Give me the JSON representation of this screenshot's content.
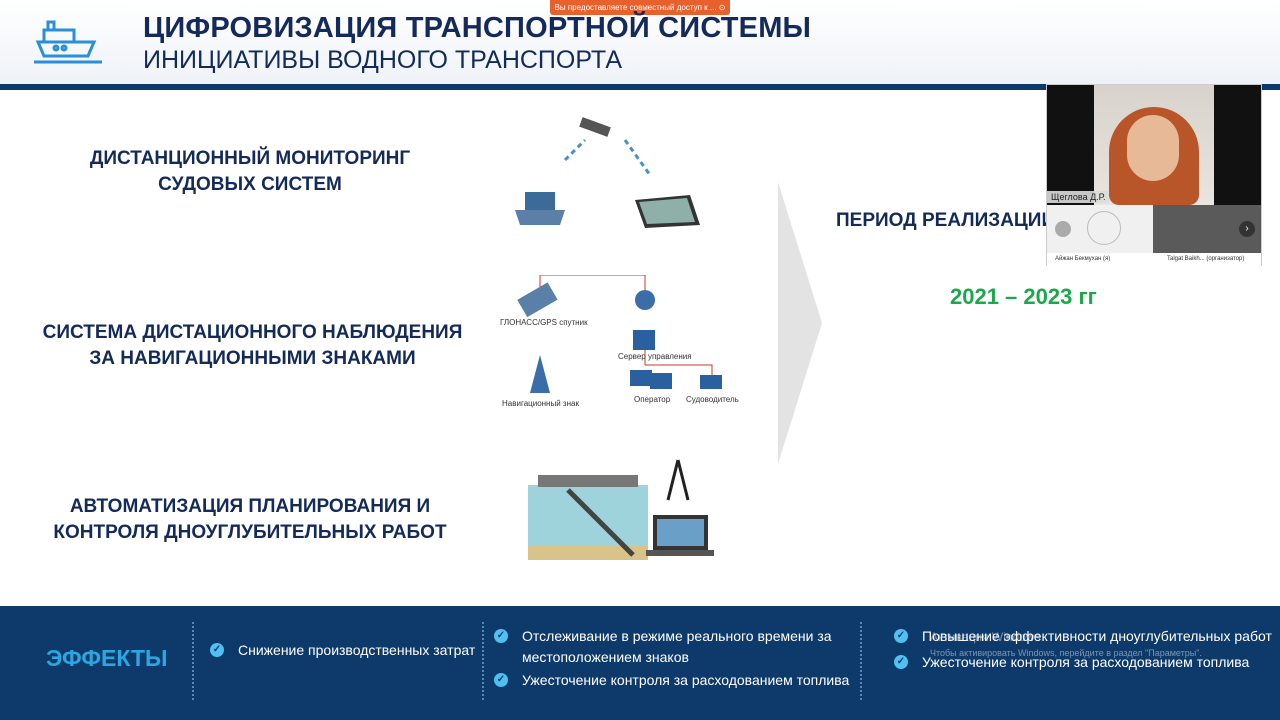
{
  "notification": {
    "share_text": "Вы предоставляете совместный доступ к ... ⊙"
  },
  "header": {
    "title": "ЦИФРОВИЗАЦИЯ ТРАНСПОРТНОЙ СИСТЕМЫ",
    "subtitle": "ИНИЦИАТИВЫ ВОДНОГО ТРАНСПОРТА",
    "logo_icon": "ship-icon"
  },
  "initiatives": [
    {
      "label": "ДИСТАНЦИОННЫЙ МОНИТОРИНГ СУДОВЫХ СИСТЕМ"
    },
    {
      "label": "СИСТЕМА ДИСТАЦИОННОГО НАБЛЮДЕНИЯ ЗА НАВИГАЦИОННЫМИ ЗНАКАМИ",
      "diagram_labels": [
        "ГЛОНАСС/GPS спутник",
        "Сервер управления",
        "Навигационный знак",
        "Оператор",
        "Судоводитель"
      ]
    },
    {
      "label": "АВТОМАТИЗАЦИЯ ПЛАНИРОВАНИЯ И КОНТРОЛЯ ДНОУГЛУБИТЕЛЬНЫХ РАБОТ"
    }
  ],
  "period": {
    "label": "ПЕРИОД РЕАЛИЗАЦИИ",
    "years": "2021 – 2023 гг"
  },
  "footer": {
    "title": "ЭФФЕКТЫ",
    "col1": [
      "Снижение производственных затрат"
    ],
    "col2": [
      "Отслеживание в режиме реального времени за местоположением знаков",
      "Ужесточение контроля за расходованием топлива"
    ],
    "col3": [
      "Повышение эффективности дноуглубительных  работ",
      "Ужесточение контроля за расходованием топлива"
    ]
  },
  "video": {
    "main_name": "Щеглова Д.Р.",
    "p1": "Айжан Бекмухан (я)",
    "p2": "Talgat Baikh... (организатор)"
  },
  "watermark": {
    "line1": "Активация Windows",
    "line2": "Чтобы активировать Windows, перейдите в раздел \"Параметры\"."
  },
  "colors": {
    "navy": "#0d3a6b",
    "accent": "#2aa6e0",
    "green": "#1aa84a"
  }
}
